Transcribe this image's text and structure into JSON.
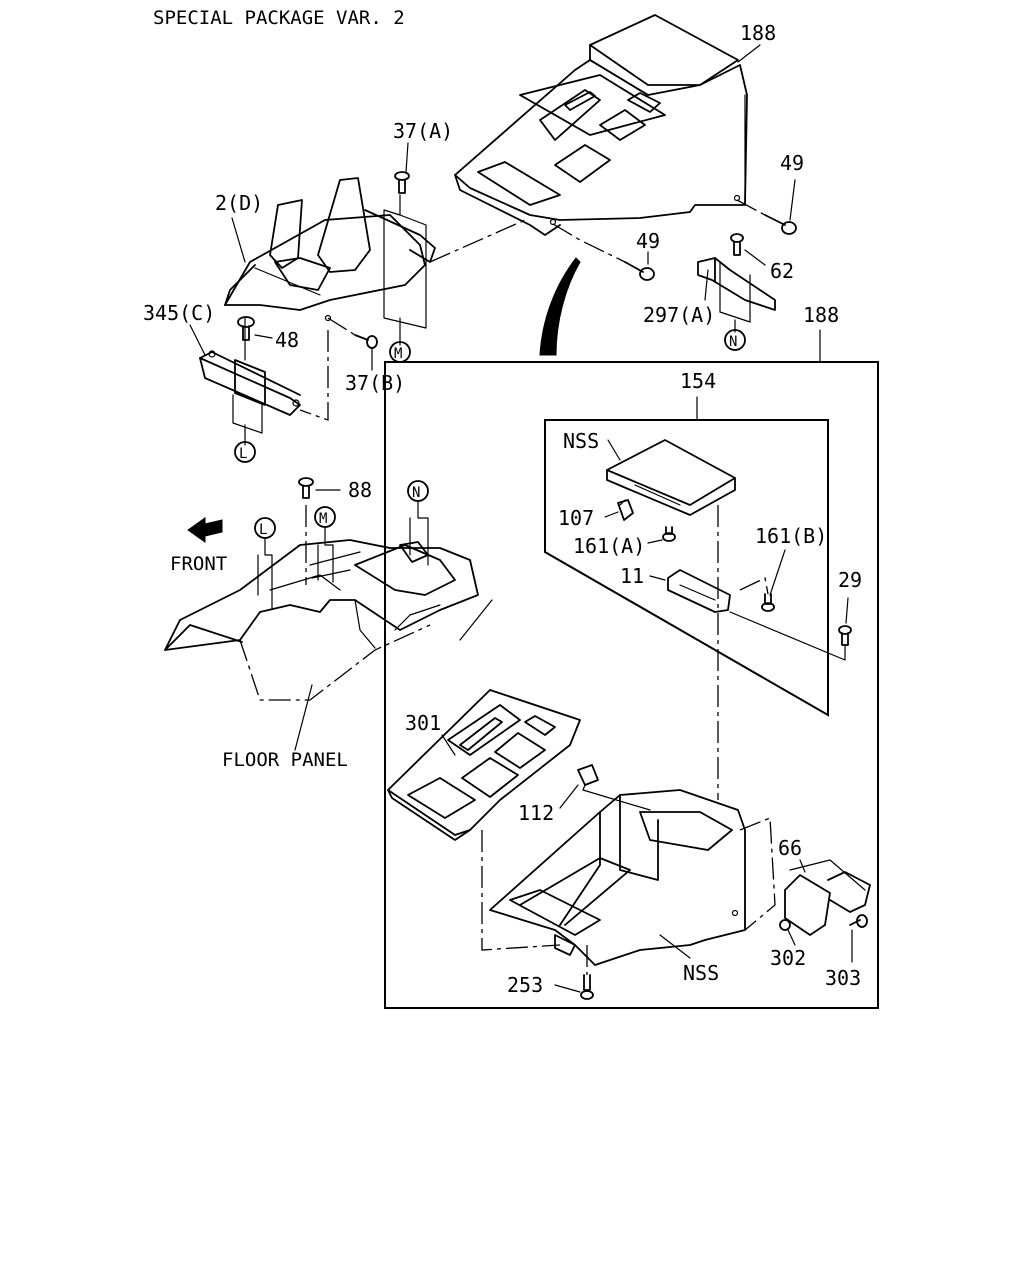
{
  "title": "SPECIAL PACKAGE VAR. 2",
  "labels": {
    "p188_top": "188",
    "p37a": "37(A)",
    "p2d": "2(D)",
    "p49_a": "49",
    "p49_b": "49",
    "p62": "62",
    "p297a": "297(A)",
    "p345c": "345(C)",
    "p48": "48",
    "p37b": "37(B)",
    "p188_box": "188",
    "p154": "154",
    "nss_top": "NSS",
    "p107": "107",
    "p161a": "161(A)",
    "p161b": "161(B)",
    "p11": "11",
    "p29": "29",
    "p88": "88",
    "front": "FRONT",
    "floor_panel": "FLOOR PANEL",
    "p301": "301",
    "p112": "112",
    "p66": "66",
    "p302": "302",
    "p303": "303",
    "p253": "253",
    "nss_bottom": "NSS"
  },
  "markers": {
    "m_upper": "M",
    "n_upper": "N",
    "l_upper": "L",
    "l_lower": "L",
    "m_lower": "M",
    "n_lower": "N"
  }
}
